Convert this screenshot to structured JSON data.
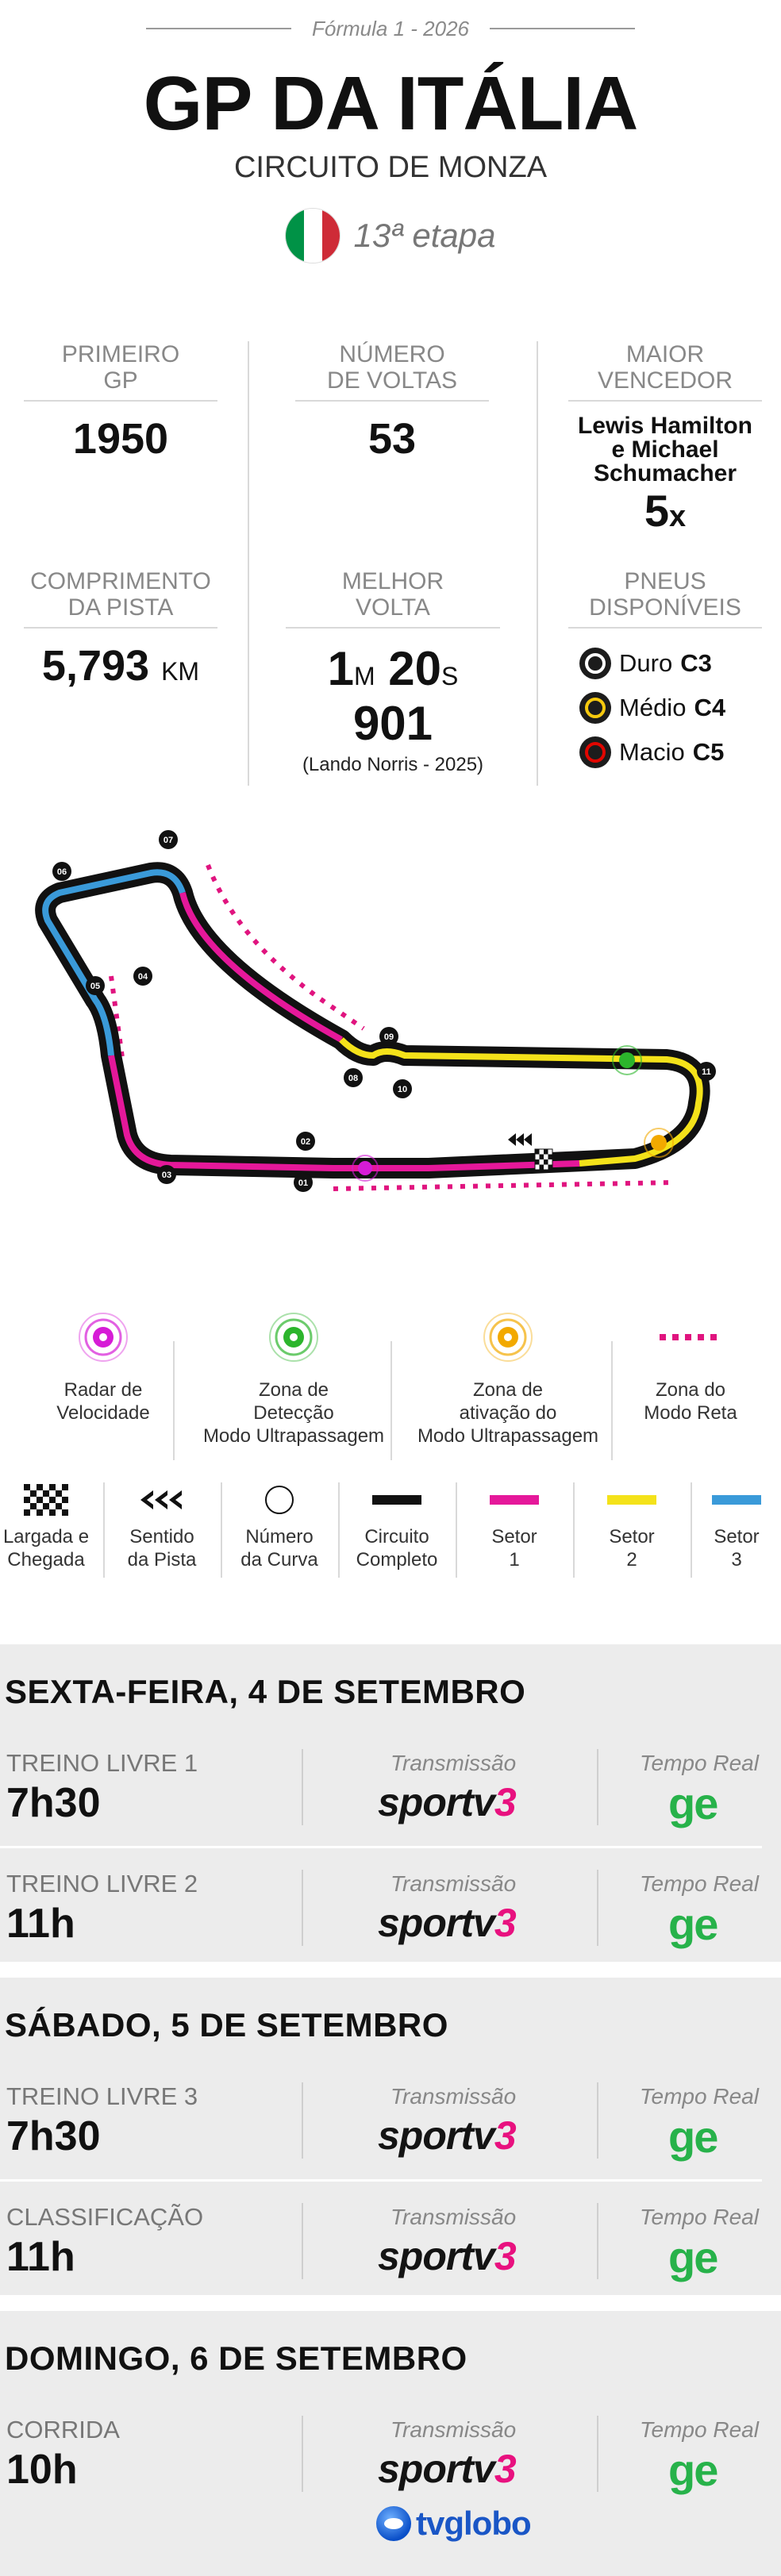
{
  "header": {
    "kicker": "Fórmula 1 - 2026",
    "title": "GP DA ITÁLIA",
    "subtitle": "CIRCUITO DE MONZA",
    "stage": "13ª etapa",
    "flag_colors": [
      "#009246",
      "#ffffff",
      "#ce2b37"
    ]
  },
  "stats": {
    "first_gp": {
      "label_1": "PRIMEIRO",
      "label_2": "GP",
      "value": "1950"
    },
    "laps": {
      "label_1": "NÚMERO",
      "label_2": "DE VOLTAS",
      "value": "53"
    },
    "winner": {
      "label_1": "MAIOR",
      "label_2": "VENCEDOR",
      "names_1": "Lewis Hamilton",
      "names_2": "e Michael",
      "names_3": "Schumacher",
      "count": "5",
      "count_unit": "x"
    },
    "length": {
      "label_1": "COMPRIMENTO",
      "label_2": "DA PISTA",
      "value": "5,793",
      "unit": "KM"
    },
    "best_lap": {
      "label_1": "MELHOR",
      "label_2": "VOLTA",
      "min": "1",
      "min_unit": "M",
      "sec": "20",
      "sec_unit": "S",
      "ms": "901",
      "note": "(Lando Norris - 2025)"
    },
    "tyres": {
      "label_1": "PNEUS",
      "label_2": "DISPONÍVEIS",
      "items": [
        {
          "name": "Duro",
          "code": "C3",
          "color": "#ffffff"
        },
        {
          "name": "Médio",
          "code": "C4",
          "color": "#f6c90e"
        },
        {
          "name": "Macio",
          "code": "C5",
          "color": "#e10600"
        }
      ]
    }
  },
  "track": {
    "corners": [
      "01",
      "02",
      "03",
      "04",
      "05",
      "06",
      "07",
      "08",
      "09",
      "10",
      "11"
    ],
    "colors": {
      "sector1": "#e5189a",
      "sector2": "#f4e21a",
      "sector3": "#3a9ad9",
      "speed_radar": "#d61cd6",
      "detection": "#2cb52c",
      "activation": "#f2a900",
      "straight_mode": "#e0147f"
    }
  },
  "legend_zones": {
    "speed_radar_1": "Radar de",
    "speed_radar_2": "Velocidade",
    "detection_1": "Zona de",
    "detection_2": "Detecção",
    "detection_3": "Modo Ultrapassagem",
    "activation_1": "Zona de",
    "activation_2": "ativação do",
    "activation_3": "Modo Ultrapassagem",
    "straight_1": "Zona do",
    "straight_2": "Modo Reta"
  },
  "legend_symbols": {
    "start_1": "Largada e",
    "start_2": "Chegada",
    "direction_1": "Sentido",
    "direction_2": "da Pista",
    "corner_1": "Número",
    "corner_2": "da Curva",
    "circuit_1": "Circuito",
    "circuit_2": "Completo",
    "s1_1": "Setor",
    "s1_2": "1",
    "s2_1": "Setor",
    "s2_2": "2",
    "s3_1": "Setor",
    "s3_2": "3"
  },
  "schedule": {
    "tx_label": "Transmissão",
    "rt_label": "Tempo Real",
    "sportv_prefix": "sportv",
    "sportv_num": "3",
    "ge": "ge",
    "tvglobo": "tvglobo",
    "days": [
      {
        "title": "SEXTA-FEIRA, 4 DE SETEMBRO",
        "sessions": [
          {
            "name": "TREINO LIVRE 1",
            "time": "7h30"
          },
          {
            "name": "TREINO LIVRE 2",
            "time": "11h"
          }
        ]
      },
      {
        "title": "SÁBADO, 5 DE SETEMBRO",
        "sessions": [
          {
            "name": "TREINO LIVRE 3",
            "time": "7h30"
          },
          {
            "name": "CLASSIFICAÇÃO",
            "time": "11h"
          }
        ]
      },
      {
        "title": "DOMINGO, 6 DE SETEMBRO",
        "sessions": [
          {
            "name": "CORRIDA",
            "time": "10h"
          }
        ]
      }
    ]
  }
}
